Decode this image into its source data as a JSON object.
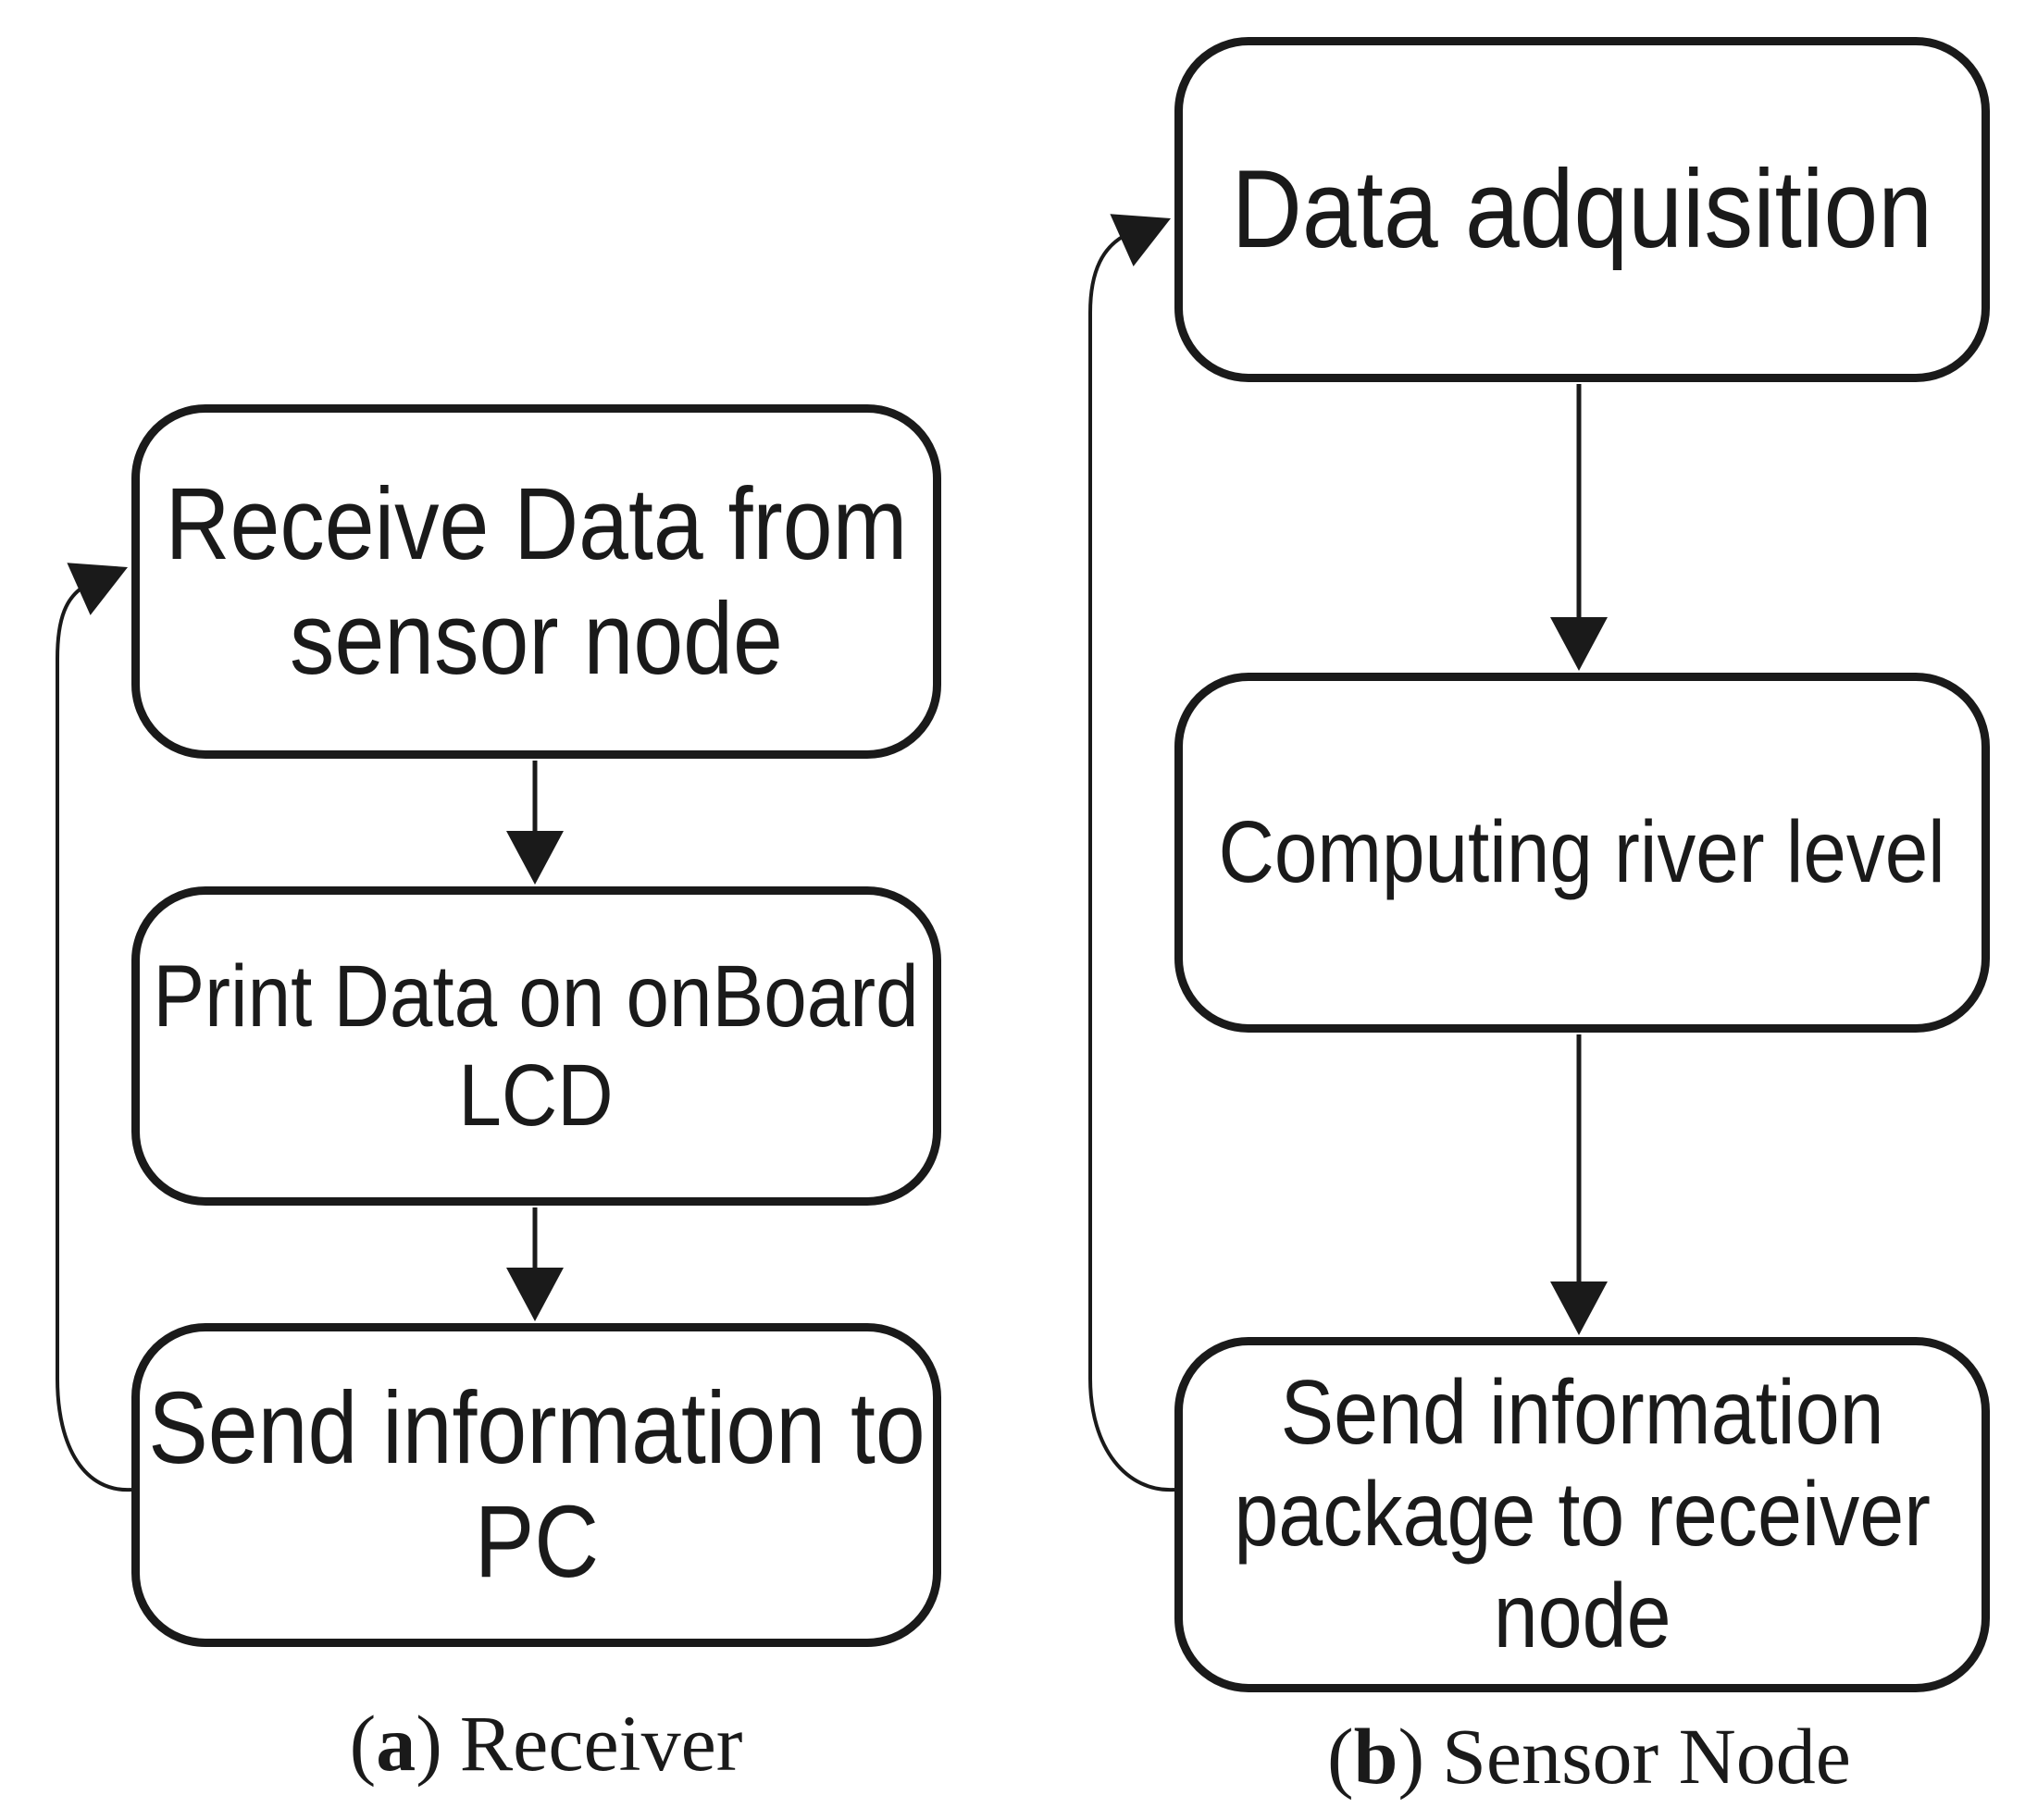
{
  "colors": {
    "ink": "#1a1a1a",
    "background": "#ffffff"
  },
  "diagrams": [
    {
      "id": "receiver",
      "caption": {
        "open": "(",
        "letter": "a",
        "close": ")",
        "text": "Receiver"
      },
      "nodes": [
        {
          "id": "receive-data",
          "lines": [
            "Receive Data from",
            "sensor node"
          ]
        },
        {
          "id": "print-lcd",
          "lines": [
            "Print Data on onBoard",
            "LCD"
          ]
        },
        {
          "id": "send-to-pc",
          "lines": [
            "Send information to",
            "PC"
          ]
        }
      ]
    },
    {
      "id": "sensor-node",
      "caption": {
        "open": "(",
        "letter": "b",
        "close": ")",
        "text": "Sensor Node"
      },
      "nodes": [
        {
          "id": "data-acquisition",
          "lines": [
            "Data adquisition"
          ]
        },
        {
          "id": "computing-river-level",
          "lines": [
            "Computing river level"
          ]
        },
        {
          "id": "send-package",
          "lines": [
            "Send information",
            "package to receiver",
            "node"
          ]
        }
      ]
    }
  ]
}
